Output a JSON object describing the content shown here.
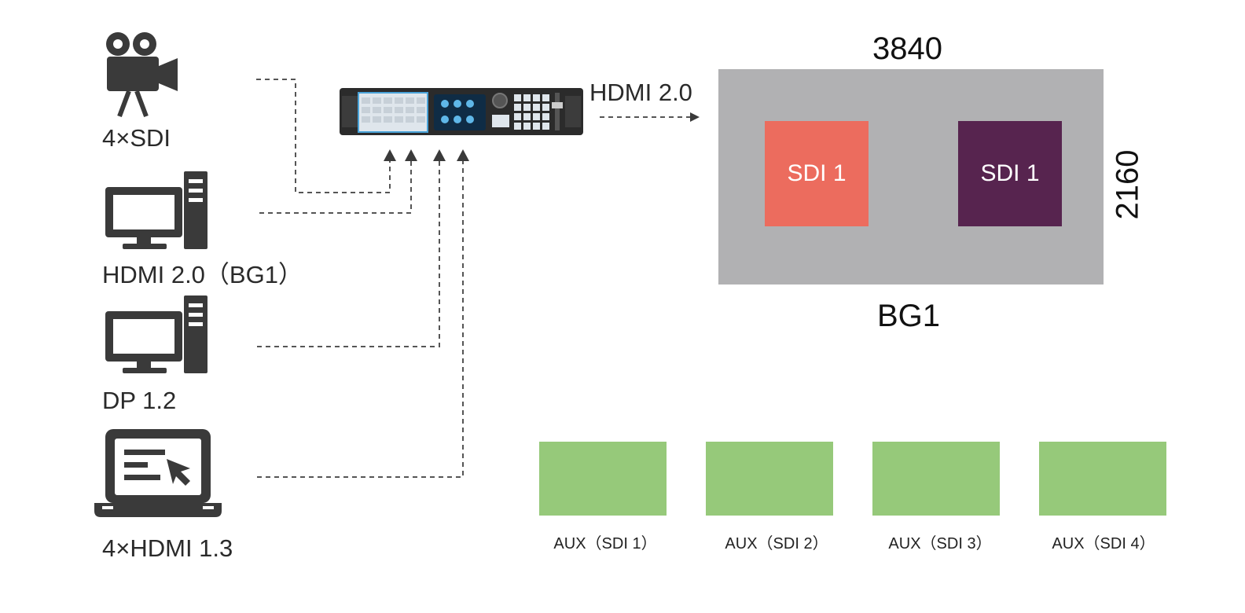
{
  "sources": [
    {
      "label": "4×SDI",
      "icon": "video-camera-icon"
    },
    {
      "label": "HDMI 2.0（BG1）",
      "icon": "desktop-computer-icon"
    },
    {
      "label": "DP 1.2",
      "icon": "desktop-computer-icon"
    },
    {
      "label": "4×HDMI 1.3",
      "icon": "laptop-icon"
    }
  ],
  "device": {
    "icon": "video-processor-device-icon"
  },
  "output": {
    "label": "HDMI 2.0"
  },
  "canvas": {
    "width_label": "3840",
    "height_label": "2160",
    "name": "BG1",
    "windows": [
      {
        "label": "SDI 1",
        "color": "#ec6c5e"
      },
      {
        "label": "SDI 1",
        "color": "#57244f"
      }
    ]
  },
  "aux": [
    {
      "label": "AUX（SDI 1）"
    },
    {
      "label": "AUX（SDI 2）"
    },
    {
      "label": "AUX（SDI 3）"
    },
    {
      "label": "AUX（SDI 4）"
    }
  ],
  "colors": {
    "canvas": "#b1b1b3",
    "aux": "#96c97a",
    "icon": "#3a3a3a"
  }
}
